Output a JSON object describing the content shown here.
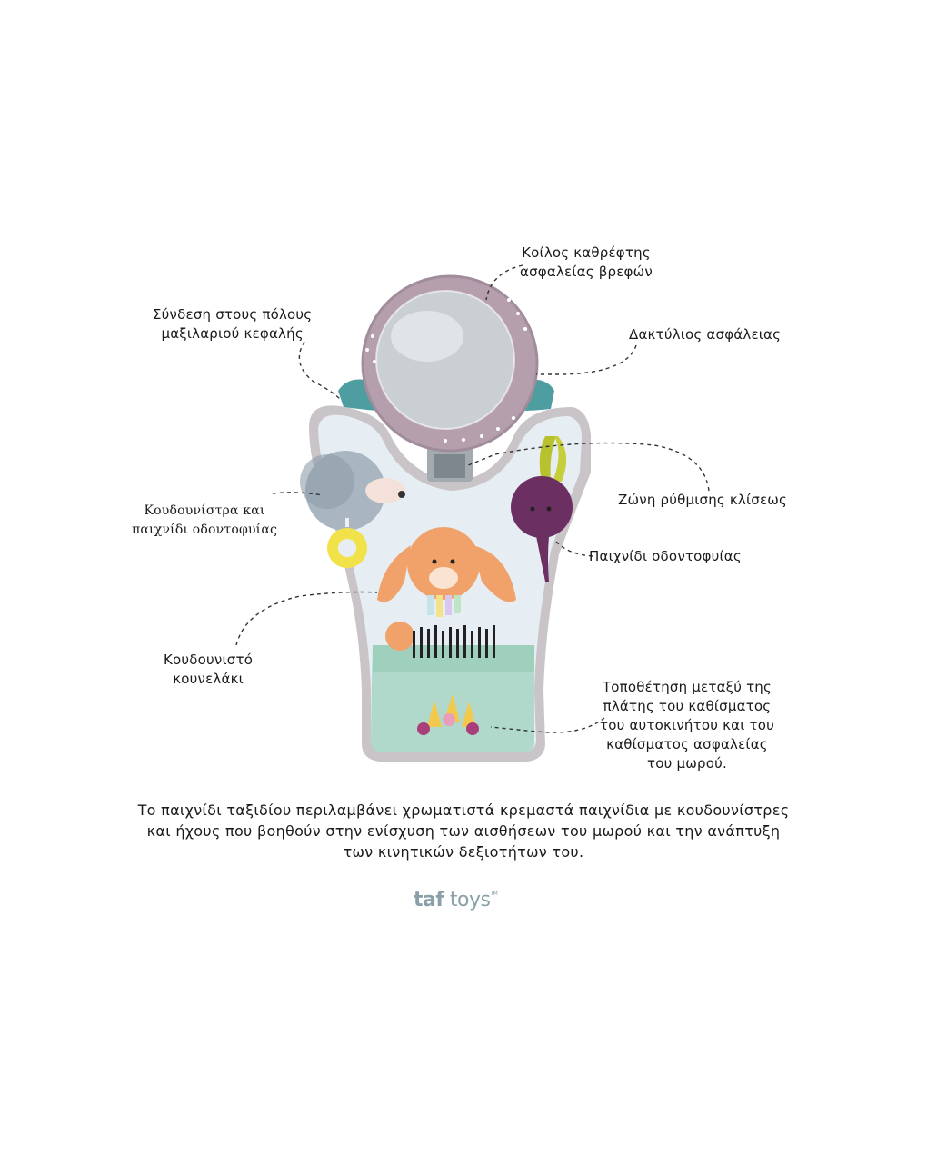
{
  "callouts": {
    "mirror": [
      "Κοίλος καθρέφτης",
      "ασφαλείας βρεφών"
    ],
    "headrest": [
      "Σύνδεση στους πόλους",
      "μαξιλαριού κεφαλής"
    ],
    "safety_ring": [
      "Δακτύλιος ασφάλειας"
    ],
    "rattle_teether": [
      "Κουδουνίστρα και",
      "παιχνίδι οδοντοφυίας"
    ],
    "tilt_strap": [
      "Ζώνη ρύθμισης κλίσεως"
    ],
    "teether": [
      "Παιχνίδι οδοντοφυίας"
    ],
    "bunny": [
      "Κουδουνιστό",
      "κουνελάκι"
    ],
    "placement": [
      "Τοποθέτηση μεταξύ της",
      "πλάτης του καθίσματος",
      "του αυτοκινήτου και του",
      "καθίσματος ασφαλείας",
      "του μωρού."
    ]
  },
  "caption": [
    "Το παιχνίδι ταξιδίου περιλαμβάνει χρωματιστά κρεμαστά παιχνίδια με κουδουνίστρες",
    "και ήχους που βοηθούν στην ενίσχυση των αισθήσεων του μωρού και την ανάπτυξη",
    "των κινητικών δεξιοτήτων του."
  ],
  "brand": {
    "part1": "taf",
    "part2": " toys",
    "tm": "TM"
  },
  "colors": {
    "mirror_ring": "#b59fad",
    "mat_edge": "#c9c4c7",
    "mat_sky": "#e6eef4",
    "mat_green": "#9fd0be",
    "bunny": "#f0a26a",
    "beet": "#6c2f62",
    "teether": "#f2e24a",
    "hedgehog": "#a9b6c2",
    "clip": "#4e9ea1",
    "text": "#1a1a1a",
    "brand": "#8aa0a9"
  }
}
